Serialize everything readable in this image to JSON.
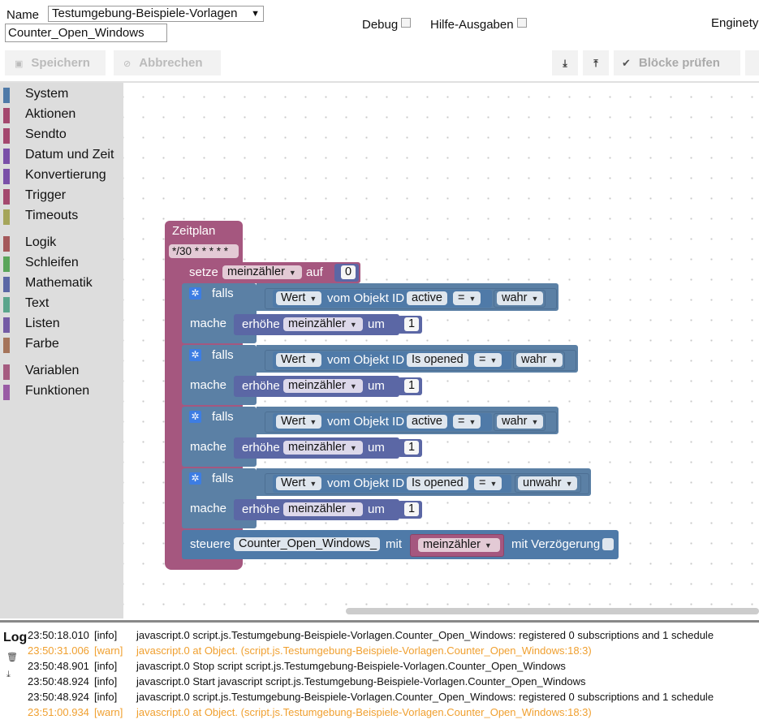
{
  "topbar": {
    "name_label": "Name",
    "script_group": "Testumgebung-Beispiele-Vorlagen",
    "script_name": "Counter_Open_Windows",
    "debug_label": "Debug",
    "help_label": "Hilfe-Ausgaben",
    "engine_label": "Enginety",
    "save_label": "Speichern",
    "cancel_label": "Abbrechen",
    "check_blocks_label": "Blöcke prüfen"
  },
  "toolbox": {
    "categories": [
      {
        "label": "System",
        "color": "#4f7aa8"
      },
      {
        "label": "Aktionen",
        "color": "#a4486e"
      },
      {
        "label": "Sendto",
        "color": "#a4486e"
      },
      {
        "label": "Datum und Zeit",
        "color": "#7a4fa8"
      },
      {
        "label": "Konvertierung",
        "color": "#7a4fa8"
      },
      {
        "label": "Trigger",
        "color": "#a4486e"
      },
      {
        "label": "Timeouts",
        "color": "#a5a55a"
      },
      {
        "label": "Logik",
        "color": "#a4585a"
      },
      {
        "label": "Schleifen",
        "color": "#5aa55a"
      },
      {
        "label": "Mathematik",
        "color": "#5b67a5"
      },
      {
        "label": "Text",
        "color": "#5ba58c"
      },
      {
        "label": "Listen",
        "color": "#745ba5"
      },
      {
        "label": "Farbe",
        "color": "#a5745b"
      },
      {
        "label": "Variablen",
        "color": "#a55b80"
      },
      {
        "label": "Funktionen",
        "color": "#995ba5"
      }
    ]
  },
  "blocks": {
    "schedule_label": "Zeitplan",
    "cron": "*/30 * * * * *",
    "set_label": "setze",
    "var_name": "meinzähler",
    "to_label": "auf",
    "init_value": "0",
    "if_label": "falls",
    "do_label": "mache",
    "value_label": "Wert",
    "object_id_label": "vom Objekt ID",
    "op": "=",
    "increase_label": "erhöhe",
    "by_label": "um",
    "step": "1",
    "conditions": [
      {
        "object": "active",
        "compare": "wahr"
      },
      {
        "object": "Is opened",
        "compare": "wahr"
      },
      {
        "object": "active",
        "compare": "wahr"
      },
      {
        "object": "Is opened",
        "compare": "unwahr"
      }
    ],
    "control_label": "steuere",
    "control_target": "Counter_Open_Windows_",
    "with_label": "mit",
    "delay_label": "mit Verzögerung"
  },
  "log": {
    "title": "Log",
    "entries": [
      {
        "time": "23:50:18.010",
        "level": "[info]",
        "msg": "javascript.0 script.js.Testumgebung-Beispiele-Vorlagen.Counter_Open_Windows: registered 0 subscriptions and 1 schedule"
      },
      {
        "time": "23:50:31.006",
        "level": "[warn]",
        "msg": "javascript.0 at Object. (script.js.Testumgebung-Beispiele-Vorlagen.Counter_Open_Windows:18:3)"
      },
      {
        "time": "23:50:48.901",
        "level": "[info]",
        "msg": "javascript.0 Stop script script.js.Testumgebung-Beispiele-Vorlagen.Counter_Open_Windows"
      },
      {
        "time": "23:50:48.924",
        "level": "[info]",
        "msg": "javascript.0 Start javascript script.js.Testumgebung-Beispiele-Vorlagen.Counter_Open_Windows"
      },
      {
        "time": "23:50:48.924",
        "level": "[info]",
        "msg": "javascript.0 script.js.Testumgebung-Beispiele-Vorlagen.Counter_Open_Windows: registered 0 subscriptions and 1 schedule"
      },
      {
        "time": "23:51:00.934",
        "level": "[warn]",
        "msg": "javascript.0 at Object. (script.js.Testumgebung-Beispiele-Vorlagen.Counter_Open_Windows:18:3)"
      }
    ],
    "warn_color": "#f0a030"
  }
}
